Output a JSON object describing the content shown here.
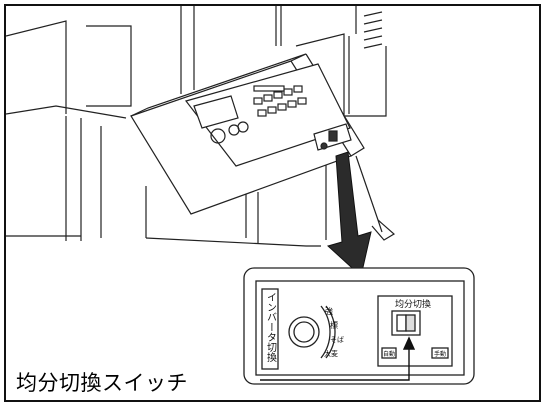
{
  "illustration": {
    "callout_label": "均分切換スイッチ",
    "panel_label_inverter": "インバータ切換",
    "dial_labels": [
      "強",
      "標",
      "そば",
      "大麦"
    ],
    "switch_title": "均分切換",
    "switch_left_label": "自動",
    "switch_right_label": "手動"
  },
  "colors": {
    "line": "#222222",
    "arrow": "#2b2b2b",
    "shade": "#d9d9d9",
    "background": "#ffffff"
  }
}
